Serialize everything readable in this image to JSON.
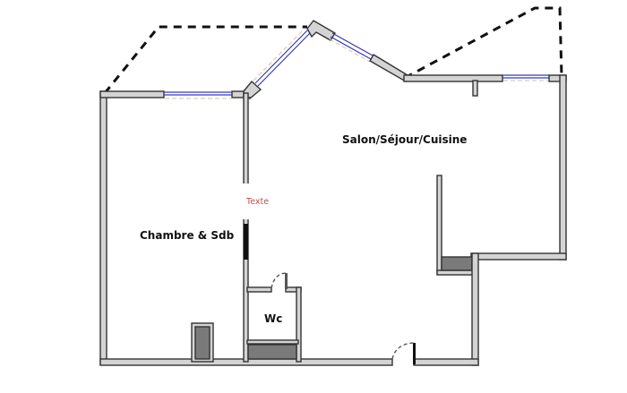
{
  "plan": {
    "rooms": [
      {
        "id": "living",
        "label": "Salon/Séjour/Cuisine"
      },
      {
        "id": "bedroom",
        "label": "Chambre & Sdb"
      },
      {
        "id": "wc",
        "label": "Wc"
      }
    ],
    "annotation": {
      "text": "Texte",
      "color": "#c05050"
    },
    "colors": {
      "wall_fill": "#d4d4d4",
      "wall_stroke": "#333333",
      "fixture_fill": "#7a7a7a",
      "window": "#3a3ab0",
      "balcony_outline": "#111111"
    }
  }
}
